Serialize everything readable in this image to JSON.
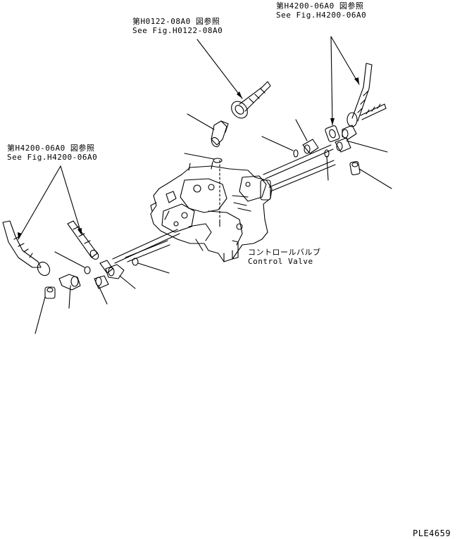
{
  "references": {
    "top_center": {
      "jp": "第H0122-08A0 図参照",
      "en": "See Fig.H0122-08A0"
    },
    "top_right": {
      "jp": "第H4200-06A0 図参照",
      "en": "See Fig.H4200-06A0"
    },
    "left": {
      "jp": "第H4200-06A0 図参照",
      "en": "See Fig.H4200-06A0"
    }
  },
  "control_valve": {
    "jp": "コントロールバルブ",
    "en": "Control Valve"
  },
  "plate_id": "PLE4659",
  "colors": {
    "ink": "#000000",
    "background": "#ffffff"
  }
}
